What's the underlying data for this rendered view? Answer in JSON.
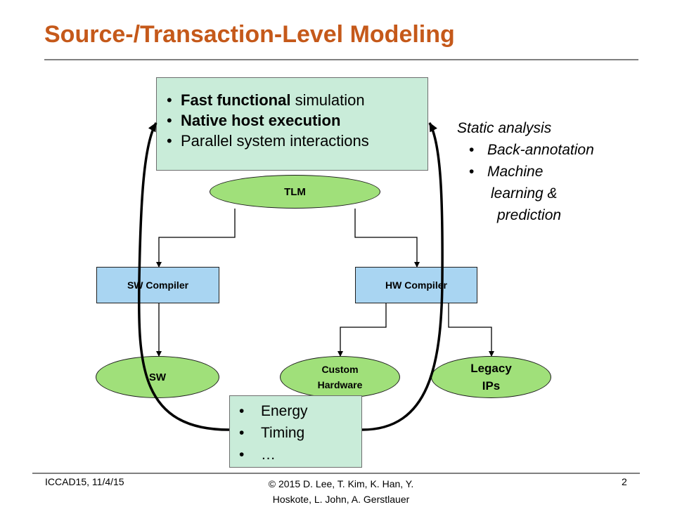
{
  "title": "Source-/Transaction-Level Modeling",
  "top_box": {
    "items": [
      {
        "bold": "Fast functional",
        "rest": " simulation"
      },
      {
        "bold": "Native host execution",
        "rest": ""
      },
      {
        "bold": "",
        "rest": "Parallel system interactions"
      }
    ]
  },
  "nodes": {
    "tlm": "TLM",
    "sw_compiler": "SW Compiler",
    "hw_compiler": "HW Compiler",
    "sw": "SW",
    "custom_hw_line1": "Custom",
    "custom_hw_line2": "Hardware",
    "legacy_line1": "Legacy",
    "legacy_line2": "IPs"
  },
  "bottom_box": {
    "items": [
      "Energy",
      "Timing",
      "…"
    ]
  },
  "side_text": {
    "heading": "Static analysis",
    "item1": "Back-annotation",
    "item2_line1": "Machine",
    "item2_line2": "learning &",
    "item2_line3": "prediction"
  },
  "footer": {
    "left": "ICCAD15,  11/4/15",
    "copyright_line1": "© 2015 D. Lee, T. Kim, K. Han, Y.",
    "copyright_line2": "Hoskote, L. John, A. Gerstlauer",
    "page": "2"
  },
  "colors": {
    "title": "#c5591a",
    "note_box_fill": "#c9ecd9",
    "ellipse_fill": "#a0e07a",
    "compiler_box_fill": "#a9d5f2"
  }
}
